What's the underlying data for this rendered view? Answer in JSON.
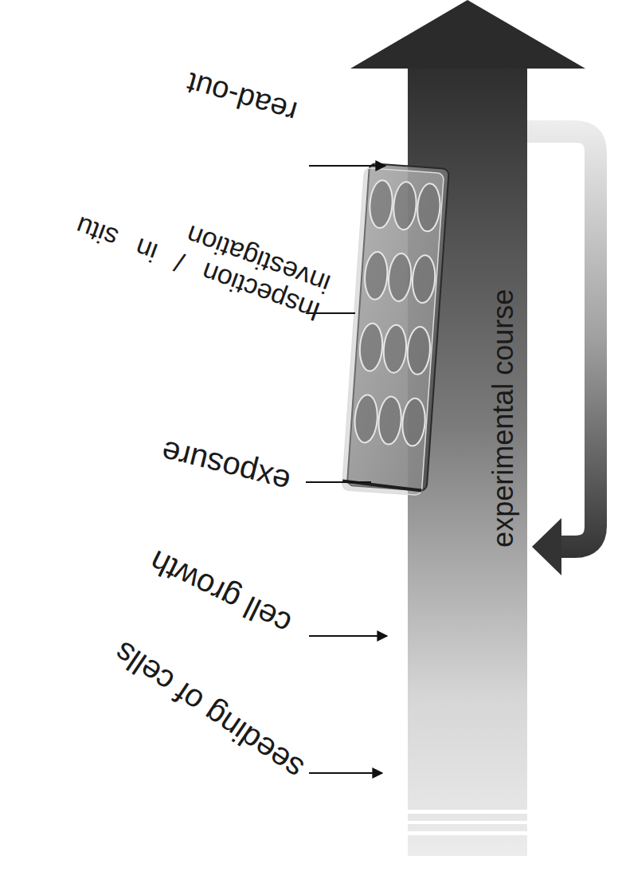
{
  "diagram": {
    "labels": [
      "seeding of cells",
      "cell growth",
      "exposure",
      "Inspection / in situ investigation",
      "read-out",
      "experimental course"
    ]
  }
}
